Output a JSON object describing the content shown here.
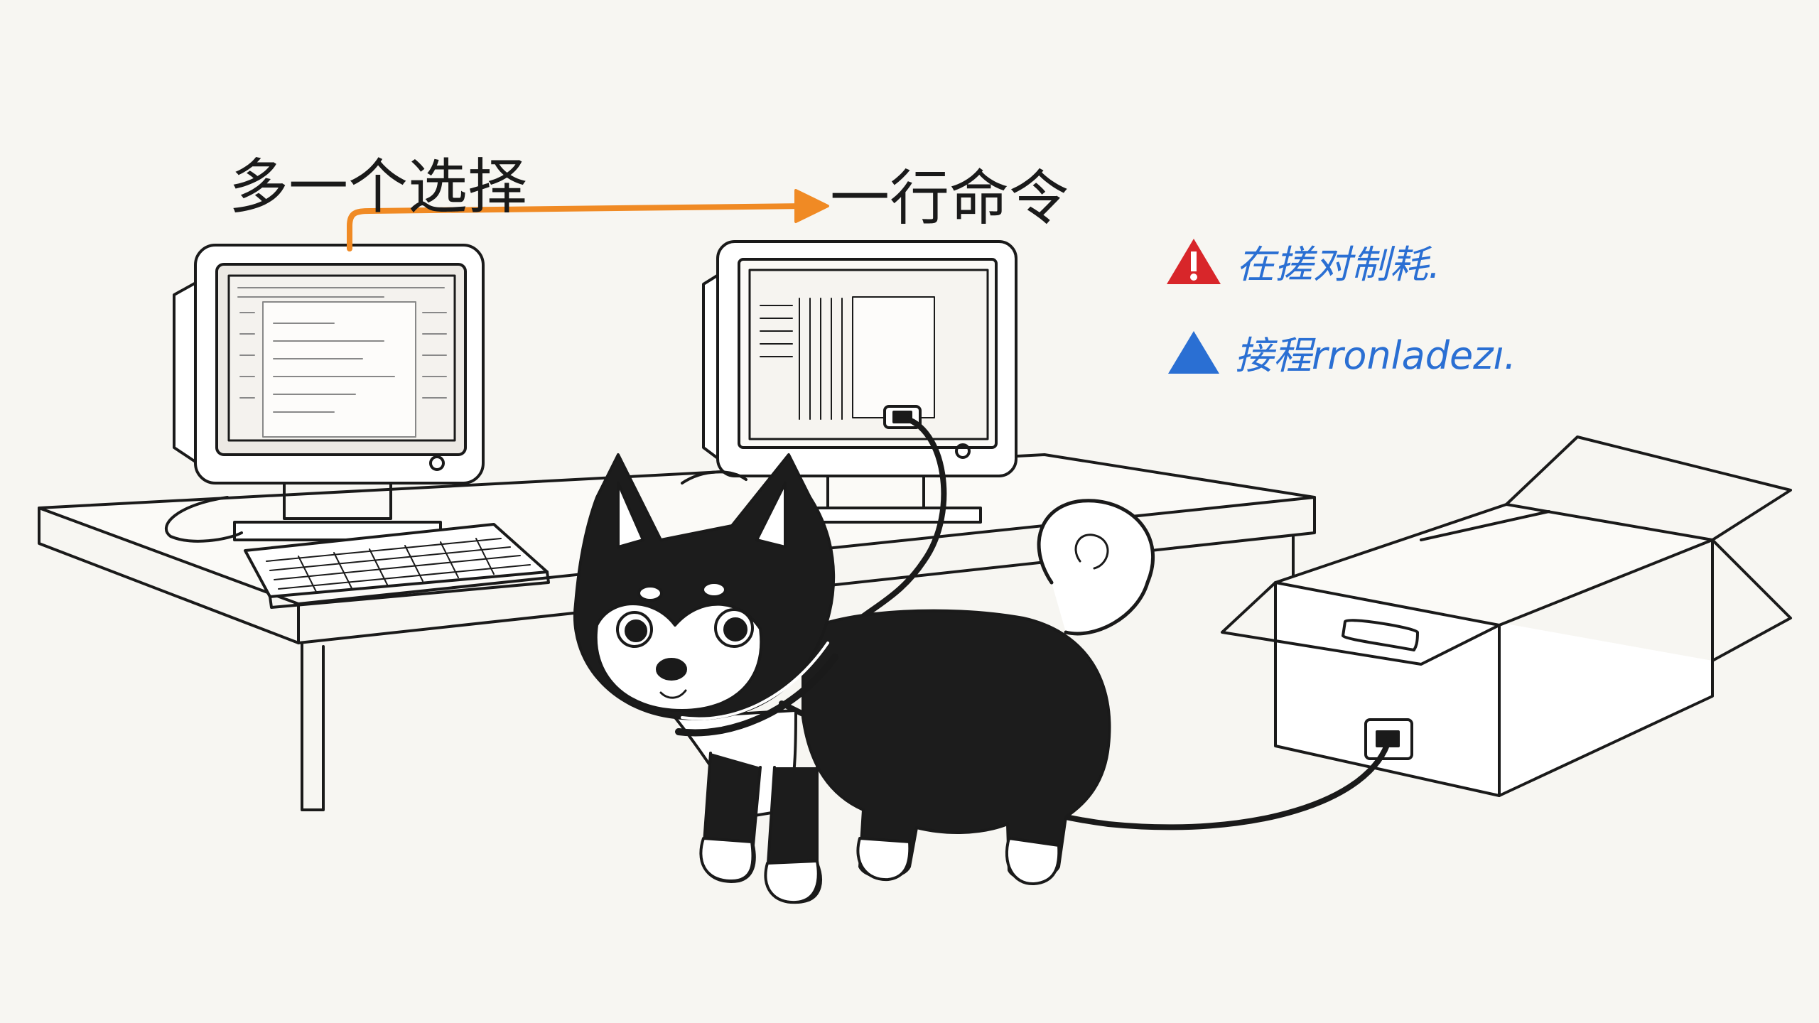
{
  "labels": {
    "left": "多一个选择",
    "right": "一行命令"
  },
  "notes": [
    {
      "text": "在搓对制耗.",
      "icon": "warning-red-triangle-icon",
      "color": "#d8262a"
    },
    {
      "text": "接程rronladezı.",
      "icon": "blue-triangle-icon",
      "color": "#2a6fd3"
    }
  ],
  "colors": {
    "arrow": "#f08a24",
    "ink": "#1a1a1a",
    "paper": "#f7f6f2",
    "note_text": "#2a6fd3"
  }
}
